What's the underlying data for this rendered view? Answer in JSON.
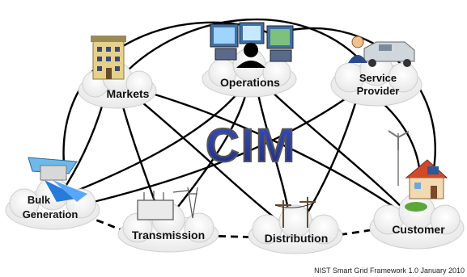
{
  "diagram": {
    "center_label": "CIM",
    "caption": "NIST Smart Grid Framework 1.0 January 2010",
    "colors": {
      "cim_fill": "#2a3b9c",
      "cim_outline": "#6b6b6b",
      "cloud": "#f2f2f2",
      "cloud_edge": "#c9c9c9",
      "solid_link": "#000000",
      "dashed_link": "#000000"
    },
    "nodes": [
      {
        "id": "markets",
        "label": "Markets",
        "icon": "building-icon"
      },
      {
        "id": "operations",
        "label": "Operations",
        "icon": "control-room-icon"
      },
      {
        "id": "service-provider",
        "label": "Service Provider",
        "label_lines": [
          "Service",
          "Provider"
        ],
        "icon": "person-car-icon"
      },
      {
        "id": "bulk-generation",
        "label": "Bulk Generation",
        "label_lines": [
          "Bulk",
          "Generation"
        ],
        "icon": "dam-icon"
      },
      {
        "id": "transmission",
        "label": "Transmission",
        "icon": "substation-icon"
      },
      {
        "id": "distribution",
        "label": "Distribution",
        "icon": "power-pole-icon"
      },
      {
        "id": "customer",
        "label": "Customer",
        "icon": "house-windturbine-icon"
      }
    ],
    "solid_links": [
      [
        "markets",
        "operations"
      ],
      [
        "markets",
        "service-provider"
      ],
      [
        "markets",
        "bulk-generation"
      ],
      [
        "markets",
        "transmission"
      ],
      [
        "markets",
        "distribution"
      ],
      [
        "markets",
        "customer"
      ],
      [
        "operations",
        "service-provider"
      ],
      [
        "operations",
        "bulk-generation"
      ],
      [
        "operations",
        "transmission"
      ],
      [
        "operations",
        "distribution"
      ],
      [
        "operations",
        "customer"
      ],
      [
        "service-provider",
        "customer"
      ],
      [
        "service-provider",
        "distribution"
      ],
      [
        "service-provider",
        "bulk-generation"
      ]
    ],
    "dashed_links": [
      [
        "bulk-generation",
        "transmission"
      ],
      [
        "transmission",
        "distribution"
      ],
      [
        "distribution",
        "customer"
      ]
    ]
  }
}
